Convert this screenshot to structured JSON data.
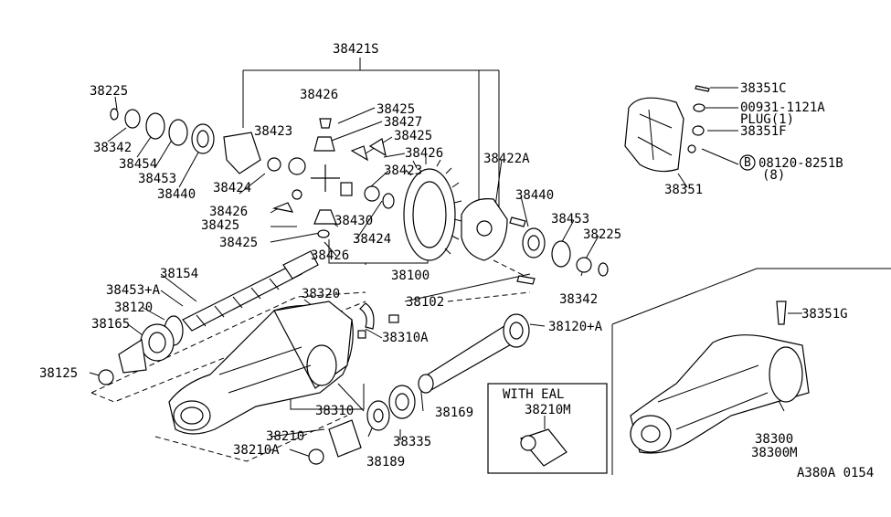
{
  "labels": {
    "a38421S": "38421S",
    "a38225": "38225",
    "a38426a": "38426",
    "a38425a": "38425",
    "a38427": "38427",
    "a38423a": "38423",
    "a38425b": "38425",
    "a38426b": "38426",
    "a38342": "38342",
    "a38454": "38454",
    "a38453": "38453",
    "a38440": "38440",
    "a38424a": "38424",
    "a38423b": "38423",
    "a38426c": "38426",
    "a38425c": "38425",
    "a38430": "38430",
    "a38425d": "38425",
    "a38424b": "38424",
    "a38426d": "38426",
    "a38422A": "38422A",
    "a38440b": "38440",
    "a38453b": "38453",
    "a38225b": "38225",
    "a38342b": "38342",
    "a38100": "38100",
    "a38102": "38102",
    "a38154": "38154",
    "a38453A": "38453+A",
    "a38120": "38120",
    "a38165": "38165",
    "a38125": "38125",
    "a38320": "38320",
    "a38310A": "38310A",
    "a38310": "38310",
    "a38210": "38210",
    "a38210A": "38210A",
    "a38189": "38189",
    "a38335": "38335",
    "a38169": "38169",
    "a38120A": "38120+A",
    "a38351C": "38351C",
    "a00931": "00931-1121A",
    "aPlug": "PLUG(1)",
    "a38351F": "38351F",
    "aB": "B",
    "a08120": "08120-8251B",
    "a8": "(8)",
    "a38351": "38351",
    "a38351G": "38351G",
    "a38300": "38300",
    "a38300M": "38300M",
    "withEal": "WITH EAL",
    "a38210M": "38210M",
    "code": "A380A 0154"
  }
}
